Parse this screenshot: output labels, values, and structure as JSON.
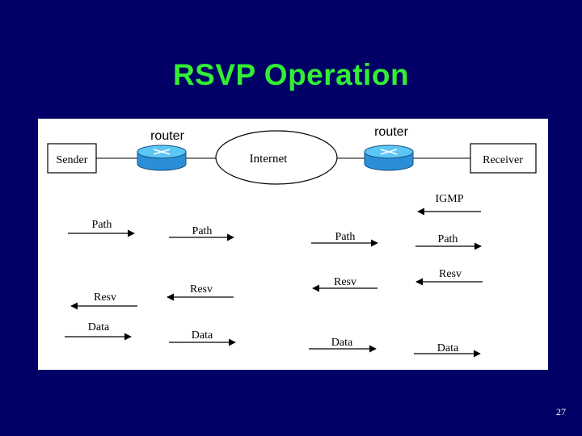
{
  "slide": {
    "title": "RSVP Operation",
    "page_number": "27"
  },
  "diagram": {
    "nodes": {
      "sender": "Sender",
      "receiver": "Receiver",
      "internet": "Internet",
      "router_left": "router",
      "router_right": "router"
    },
    "messages": {
      "igmp": "IGMP",
      "path": "Path",
      "resv": "Resv",
      "data": "Data"
    }
  },
  "colors": {
    "background": "#000066",
    "title": "#33ee33",
    "router_body": "#2a8fd8",
    "router_top": "#5cc6f5"
  }
}
